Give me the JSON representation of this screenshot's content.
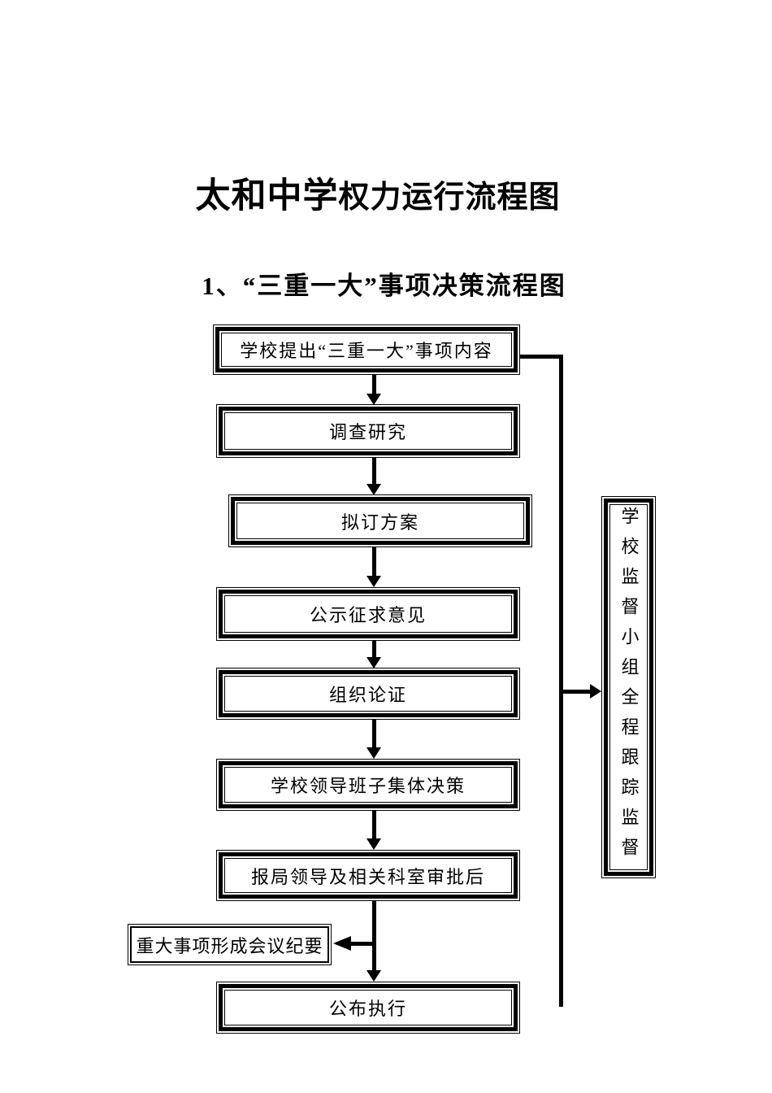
{
  "title": {
    "prefix": "太和中学",
    "rest": "权力运行流程图"
  },
  "subtitle": "1、“三重一大”事项决策流程图",
  "flow": {
    "steps": [
      "学校提出“三重一大”事项内容",
      "调查研究",
      "拟订方案",
      "公示征求意见",
      "组织论证",
      "学校领导班子集体决策",
      "报局领导及相关科室审批后",
      "公布执行"
    ],
    "side_note": "重大事项形成会议纪要",
    "supervision_vertical": "学校监督小组全程跟踪监督"
  },
  "colors": {
    "ink": "#000000",
    "background": "#ffffff"
  }
}
